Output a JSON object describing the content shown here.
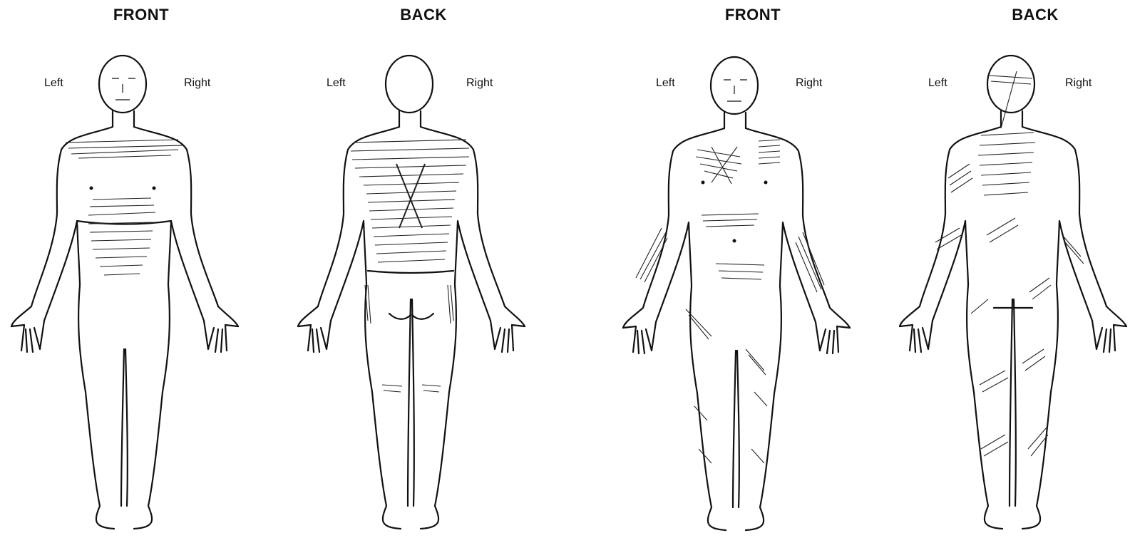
{
  "panels": [
    {
      "title": "FRONT",
      "left_label": "Left",
      "right_label": "Right"
    },
    {
      "title": "BACK",
      "left_label": "Left",
      "right_label": "Right"
    },
    {
      "title": "FRONT",
      "left_label": "Left",
      "right_label": "Right"
    },
    {
      "title": "BACK",
      "left_label": "Left",
      "right_label": "Right"
    }
  ],
  "colors": {
    "ink": "#111111",
    "shading": "#222222"
  }
}
